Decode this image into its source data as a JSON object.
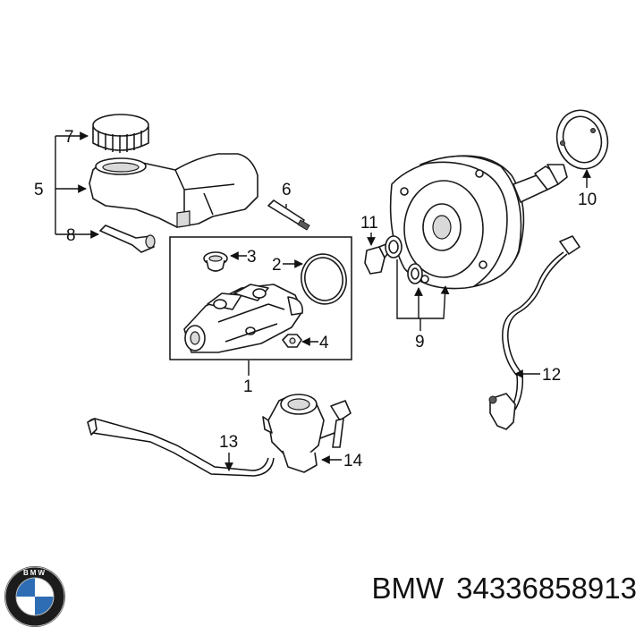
{
  "diagram": {
    "callouts": [
      {
        "id": "c1",
        "text": "1"
      },
      {
        "id": "c2",
        "text": "2"
      },
      {
        "id": "c3",
        "text": "3"
      },
      {
        "id": "c4",
        "text": "4"
      },
      {
        "id": "c5",
        "text": "5"
      },
      {
        "id": "c6",
        "text": "6"
      },
      {
        "id": "c7",
        "text": "7"
      },
      {
        "id": "c8",
        "text": "8"
      },
      {
        "id": "c9",
        "text": "9"
      },
      {
        "id": "c10",
        "text": "10"
      },
      {
        "id": "c11",
        "text": "11"
      },
      {
        "id": "c12",
        "text": "12"
      },
      {
        "id": "c13",
        "text": "13"
      },
      {
        "id": "c14",
        "text": "14"
      }
    ]
  },
  "footer": {
    "brand": "BMW",
    "part_number": "34336858913",
    "logo_text": "BMW"
  },
  "colors": {
    "logo_blue": "#2e6db4",
    "logo_ring": "#1c1c1c",
    "ink": "#111111"
  }
}
